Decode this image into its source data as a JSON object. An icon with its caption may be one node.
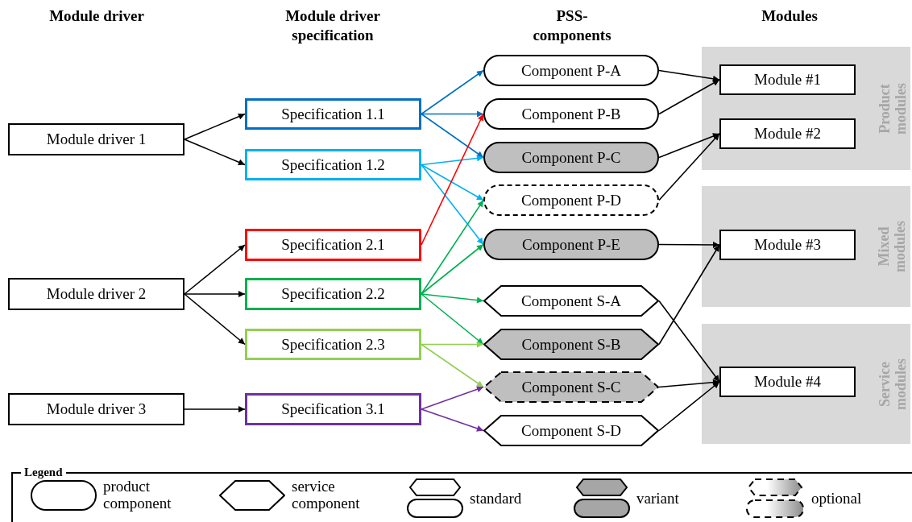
{
  "diagram": {
    "nodes": [
      {
        "text": [
          "Module driver 1"
        ]
      },
      {
        "text": [
          "Module driver 2"
        ]
      },
      {
        "text": [
          "Module driver 3"
        ]
      },
      {
        "text": [
          "Specification 1.1"
        ]
      },
      {
        "text": [
          "Specification 1.2"
        ]
      },
      {
        "text": [
          "Specification 2.1"
        ]
      },
      {
        "text": [
          "Specification 2.2"
        ]
      },
      {
        "text": [
          "Specification 2.3"
        ]
      },
      {
        "text": [
          "Specification 3.1"
        ]
      },
      {
        "text": [
          "Component P-A"
        ]
      },
      {
        "text": [
          "Component P-B"
        ]
      },
      {
        "text": [
          "Component P-C"
        ]
      },
      {
        "text": [
          "Component P-D"
        ]
      },
      {
        "text": [
          "Component P-E"
        ]
      },
      {
        "text": [
          "Component S-A"
        ]
      },
      {
        "text": [
          "Component S-B"
        ]
      },
      {
        "text": [
          "Component S-C"
        ]
      },
      {
        "text": [
          "Component S-D"
        ]
      },
      {
        "text": [
          "Product modules"
        ]
      },
      {
        "text": [
          "Module #1"
        ],
        "in": 18
      },
      {
        "text": [
          "Module #2"
        ],
        "in": 18
      },
      {
        "text": [
          "Mixed modules"
        ]
      },
      {
        "text": [
          "Module #3"
        ],
        "in": 21
      },
      {
        "text": [
          "Service modules"
        ]
      },
      {
        "text": [
          "Module #4"
        ],
        "in": 23
      }
    ],
    "edges": [
      {
        "from": 0,
        "to": 3,
        "arrow": "to"
      },
      {
        "from": 0,
        "to": 4,
        "arrow": "to"
      },
      {
        "from": 1,
        "to": 5,
        "arrow": "to"
      },
      {
        "from": 1,
        "to": 6,
        "arrow": "to"
      },
      {
        "from": 1,
        "to": 7,
        "arrow": "to"
      },
      {
        "from": 2,
        "to": 8,
        "arrow": "to"
      },
      {
        "from": 3,
        "to": 9,
        "arrow": "to",
        "color": "#0070c0"
      },
      {
        "from": 3,
        "to": 10,
        "arrow": "to",
        "color": "#0070c0"
      },
      {
        "from": 3,
        "to": 11,
        "arrow": "to",
        "color": "#0070c0"
      },
      {
        "from": 4,
        "to": 11,
        "arrow": "to",
        "color": "#00b0f0"
      },
      {
        "from": 4,
        "to": 12,
        "arrow": "to",
        "color": "#00b0f0"
      },
      {
        "from": 4,
        "to": 13,
        "arrow": "to",
        "color": "#00b0f0"
      },
      {
        "from": 5,
        "to": 10,
        "arrow": "to",
        "color": "#ff0000"
      },
      {
        "from": 6,
        "to": 12,
        "arrow": "to",
        "color": "#00b050"
      },
      {
        "from": 6,
        "to": 13,
        "arrow": "to",
        "color": "#00b050"
      },
      {
        "from": 6,
        "to": 14,
        "arrow": "to",
        "color": "#00b050"
      },
      {
        "from": 6,
        "to": 15,
        "arrow": "to",
        "color": "#00b050"
      },
      {
        "from": 7,
        "to": 15,
        "arrow": "to",
        "color": "#92d050"
      },
      {
        "from": 7,
        "to": 16,
        "arrow": "to",
        "color": "#92d050"
      },
      {
        "from": 8,
        "to": 16,
        "arrow": "to",
        "color": "#7030a0"
      },
      {
        "from": 8,
        "to": 17,
        "arrow": "to",
        "color": "#7030a0"
      },
      {
        "from": 9,
        "to": 19,
        "arrow": "to"
      },
      {
        "from": 10,
        "to": 19,
        "arrow": "to"
      },
      {
        "from": 11,
        "to": 20,
        "arrow": "to"
      },
      {
        "from": 12,
        "to": 20,
        "arrow": "to"
      },
      {
        "from": 13,
        "to": 22,
        "arrow": "to"
      },
      {
        "from": 15,
        "to": 22,
        "arrow": "to"
      },
      {
        "from": 14,
        "to": 24,
        "arrow": "to"
      },
      {
        "from": 16,
        "to": 24,
        "arrow": "to"
      },
      {
        "from": 17,
        "to": 24,
        "arrow": "to"
      }
    ],
    "labels": [
      "Module driver",
      "Module driver specification",
      "PSS-components",
      "Modules",
      "Legend"
    ],
    "legend": [
      {
        "text": "product component"
      },
      {
        "text": "service component"
      },
      {
        "text": "standard"
      },
      {
        "text": "variant"
      },
      {
        "text": "optional"
      }
    ]
  }
}
